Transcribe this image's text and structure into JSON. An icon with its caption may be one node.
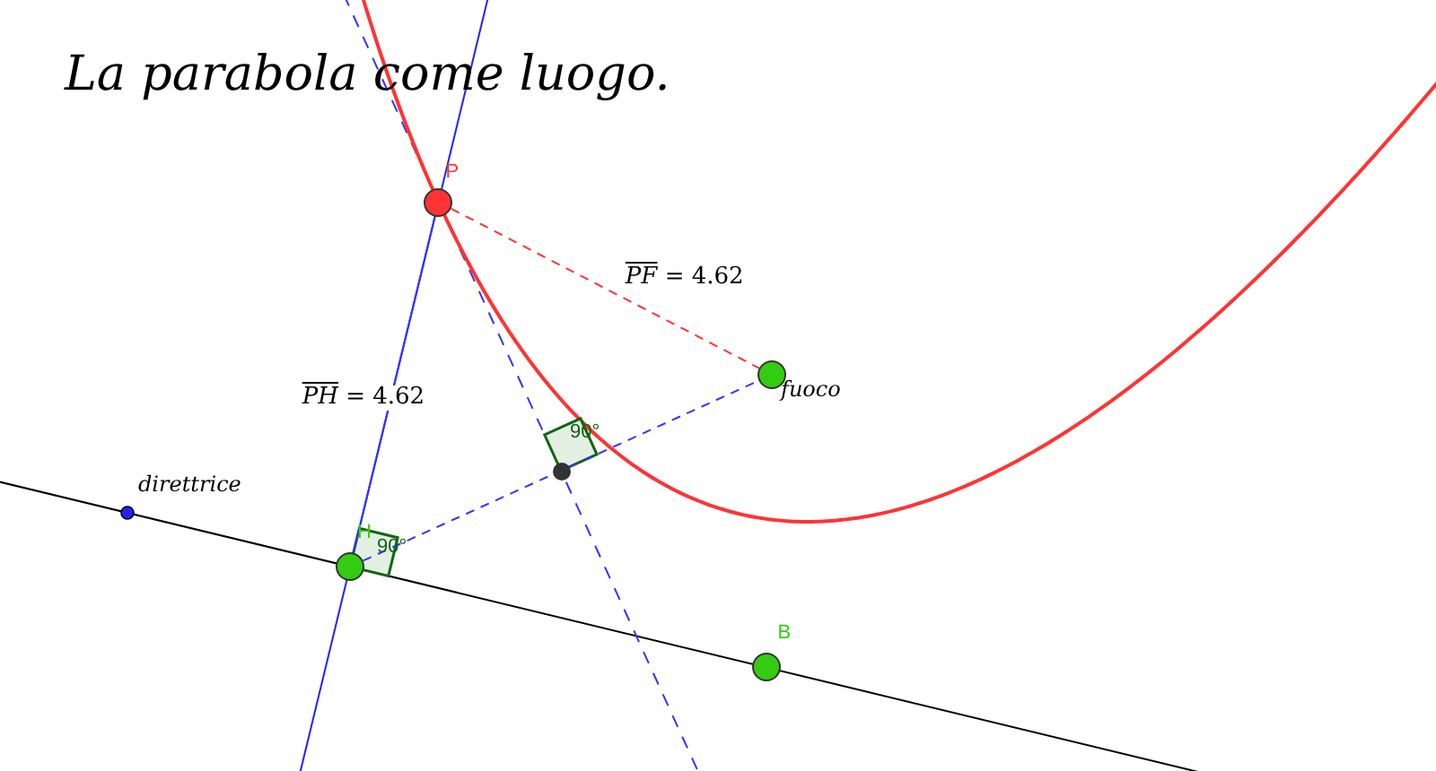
{
  "diagram": {
    "title": "La parabola come luogo.",
    "nodes": [
      {
        "text": [
          "P"
        ]
      },
      {
        "text": [
          "fuoco"
        ]
      },
      {
        "text": [
          "H"
        ]
      },
      {
        "text": [],
        "shape": "circle"
      },
      {
        "text": [
          "B"
        ]
      }
    ],
    "edges": [
      {
        "from": 0,
        "to": 1,
        "arrow": "none",
        "label": "PF = 4.62",
        "style": "dashed",
        "color": "#ff3333"
      },
      {
        "from": 2,
        "to": 3,
        "arrow": "none",
        "style": "dashed"
      },
      {
        "from": 3,
        "to": 1,
        "arrow": "none",
        "style": "dashed"
      },
      {
        "from": 0,
        "to": 2,
        "arrow": "none",
        "label": "PH = 4.62"
      }
    ],
    "labels": [
      "90°",
      "direttrice",
      "90°"
    ]
  }
}
